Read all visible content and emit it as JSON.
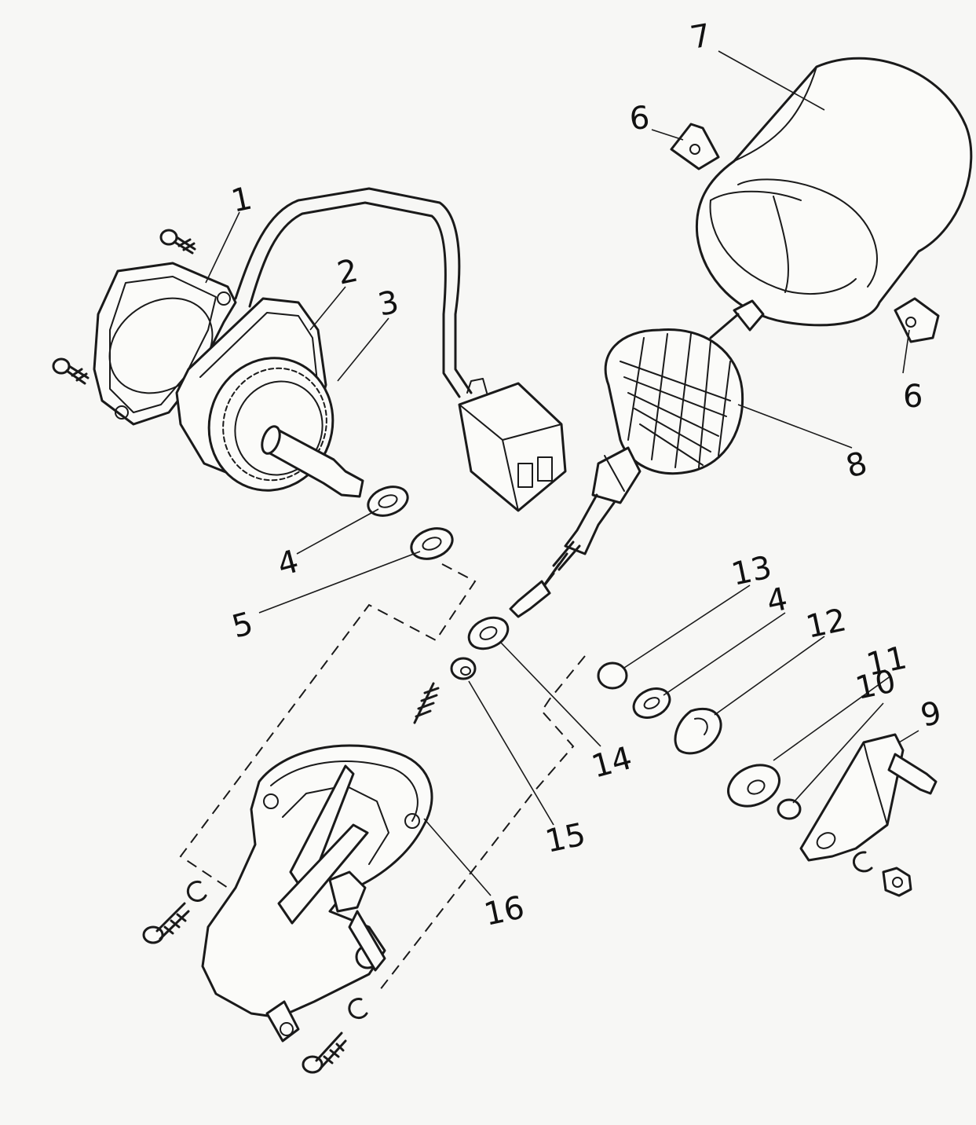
{
  "diagram": {
    "callouts": [
      {
        "id": "c1",
        "label": "1"
      },
      {
        "id": "c2",
        "label": "2"
      },
      {
        "id": "c3",
        "label": "3"
      },
      {
        "id": "c4a",
        "label": "4"
      },
      {
        "id": "c5",
        "label": "5"
      },
      {
        "id": "c6a",
        "label": "6"
      },
      {
        "id": "c6b",
        "label": "6"
      },
      {
        "id": "c7",
        "label": "7"
      },
      {
        "id": "c8",
        "label": "8"
      },
      {
        "id": "c9",
        "label": "9"
      },
      {
        "id": "c10",
        "label": "10"
      },
      {
        "id": "c11",
        "label": "11"
      },
      {
        "id": "c12",
        "label": "12"
      },
      {
        "id": "c4b",
        "label": "4"
      },
      {
        "id": "c13",
        "label": "13"
      },
      {
        "id": "c14",
        "label": "14"
      },
      {
        "id": "c15",
        "label": "15"
      },
      {
        "id": "c16",
        "label": "16"
      }
    ]
  }
}
